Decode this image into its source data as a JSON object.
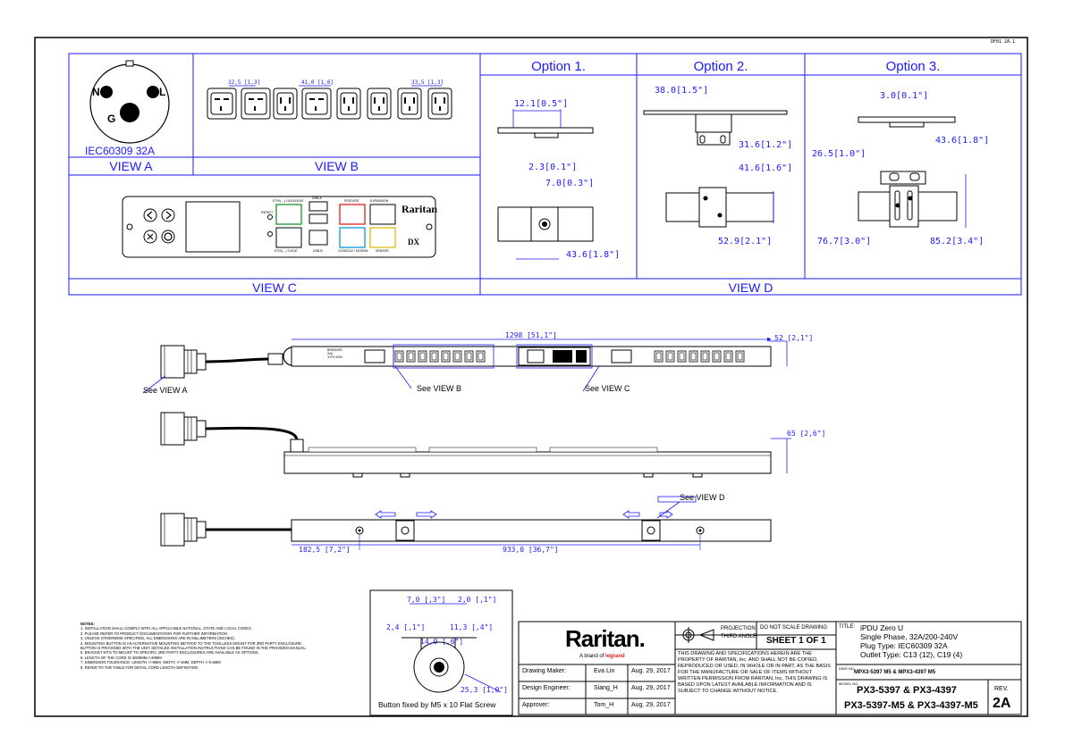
{
  "sheet_code": "DF01 2A.1",
  "views": {
    "view_a": "VIEW A",
    "view_b": "VIEW B",
    "view_c": "VIEW C",
    "view_d": "VIEW D",
    "plug_label": "IEC60309 32A",
    "pins": {
      "n": "N",
      "l": "L",
      "g": "G"
    }
  },
  "options": {
    "opt1": "Option 1.",
    "opt2": "Option  2.",
    "opt3": "Option 3."
  },
  "dims": {
    "b1": "32,5 [1,3]",
    "b2": "41,0 [1,6]",
    "b3": "33,5 [1,3]",
    "o1_top": "12.1[0.5\"]",
    "o1_a": "2.3[0.1\"]",
    "o1_b": "7.0[0.3\"]",
    "o1_c": "43.6[1.8\"]",
    "o2_top": "38.0[1.5\"]",
    "o2_a": "31.6[1.2\"]",
    "o2_b": "41.6[1.6\"]",
    "o2_c": "52.9[2.1\"]",
    "o3_top": "3.0[0.1\"]",
    "o3_a": "43.6[1.8\"]",
    "o3_b": "26.5[1.0\"]",
    "o3_c": "76.7[3.0\"]",
    "o3_d": "85.2[3.4\"]",
    "length": "1298 [51,1\"]",
    "width": "52 [2,1\"]",
    "depth": "65 [2,6\"]",
    "mount_left": "182,5 [7,2\"]",
    "mount_span": "933,0 [36,7\"]",
    "btn_a": "7,0 [,3\"]",
    "btn_b": "2,0 [,1\"]",
    "btn_c": "2,4 [,1\"]",
    "btn_d": "11,3 [,4\"]",
    "btn_e": "14,0 [,6\"]",
    "btn_f": "25,3 [1,0\"]"
  },
  "callouts": {
    "see_a": "See VIEW A",
    "see_b": "See VIEW B",
    "see_c": "See VIEW C",
    "see_d": "See VIEW D",
    "button_caption": "Button fixed by M5 x 10 Flat Screw"
  },
  "panel_labels": {
    "reset": "RESET",
    "usb_a": "USB-A",
    "usb_b": "USB-B",
    "feature": "FEATURE",
    "expansion": "EXPANSION",
    "console": "CONSOLE / MODEM",
    "sensor": "SENSOR",
    "eth1": "ETH/(→) 10/100/1000",
    "eth2": "ETH/(→) 10/100",
    "brand": "Raritan",
    "dx": "DX"
  },
  "strip_label": {
    "line1": "BREAKER",
    "line2": "32A",
    "line3": "3-PH 400V"
  },
  "notes": {
    "title": "NOTES:",
    "items": [
      "1. INSTALLATION SHALL COMPLY WITH ALL APPLICABLE NATIONAL, STATE AND LOCAL CODES.",
      "2. PLEASE REFER TO PRODUCT DOCUMENTATION FOR FURTHER INFORMATION.",
      "3. UNLESS OTHERWISE SPECIFIED, ALL DIMENSIONS ARE IN MILLIMETERS [INCHES].",
      "4. MOUNTING BUTTON IS AN ALTERNATIVE MOUNTING METHOD TO THE TOOLLESS MOUNT FOR 3RD PARTY ENCLOSURE.",
      "   BUTTON IS PROVIDED WITH THE UNIT. DETAILED INSTALLATION INSTRUCTIONS CAN BE FOUND IN THE PROVIDED MANUAL.",
      "5. BRACKET KITS TO MOUNT TO SPECIFIC 3RD PARTY ENCLOSURES ARE AVAILABLE AS OPTIONS.",
      "6. LENGTH OF THE CORD IS 3000MM+/-30MM",
      "7. DIMENSION TOLERANCE: LENGTH +/-9MM, WIDTH +/-1MM, DEPTH +/-0.5MM",
      "8. REFER TO THE TABLE FOR DETAIL CORD LENGTH DEFINITION"
    ]
  },
  "title_block": {
    "logo": "Raritan.",
    "logo_sub": "A brand of",
    "logo_sub2": "legrand",
    "rows": [
      {
        "role": "Drawing Maker:",
        "name": "Eva Lin",
        "date": "Aug. 29, 2017"
      },
      {
        "role": "Design Engineer:",
        "name": "Siang_H",
        "date": "Aug. 29, 2017"
      },
      {
        "role": "Approver:",
        "name": "Tom_H",
        "date": "Aug. 29, 2017"
      }
    ],
    "projection_1": "PROJECTION",
    "projection_2": "THIRD ANGLE",
    "do_not_scale": "DO NOT SCALE DRAWING",
    "sheet": "SHEET 1 OF 1",
    "disclaimer": "THIS DRAWING AND SPECIFICATIONS HEREIN ARE THE PROPERTY OF RARITAN, Inc. AND SHALL NOT BE COPIED, REPRODUCED OR USED, IN WHOLE OR IN PART, AS THE BASIS FOR THE MANUFACTURE OR SALE OF ITEMS WITHOUT WRITTEN PERMISSION FROM RARITAN, Inc. THIS DRAWING IS BASED UPON LATEST AVAILABLE INFORMATION AND IS SUBJECT TO CHANGE WITHOUT NOTICE.",
    "title_label": "TITLE:",
    "title_lines": [
      "iPDU Zero U",
      "Single Phase, 32A/200-240V",
      "Plug Type: IEC60309 32A",
      "Outlet Type: C13 (12), C19 (4)"
    ],
    "dwg_label": "DWG NO.",
    "dwg_no": "MPX3-5397 M5 & MPX3-4397 M5",
    "model_label": "MODEL NO.",
    "model_1": "PX3-5397 & PX3-4397",
    "model_2": "PX3-5397-M5 & PX3-4397-M5",
    "rev_label": "REV.",
    "rev": "2A"
  }
}
